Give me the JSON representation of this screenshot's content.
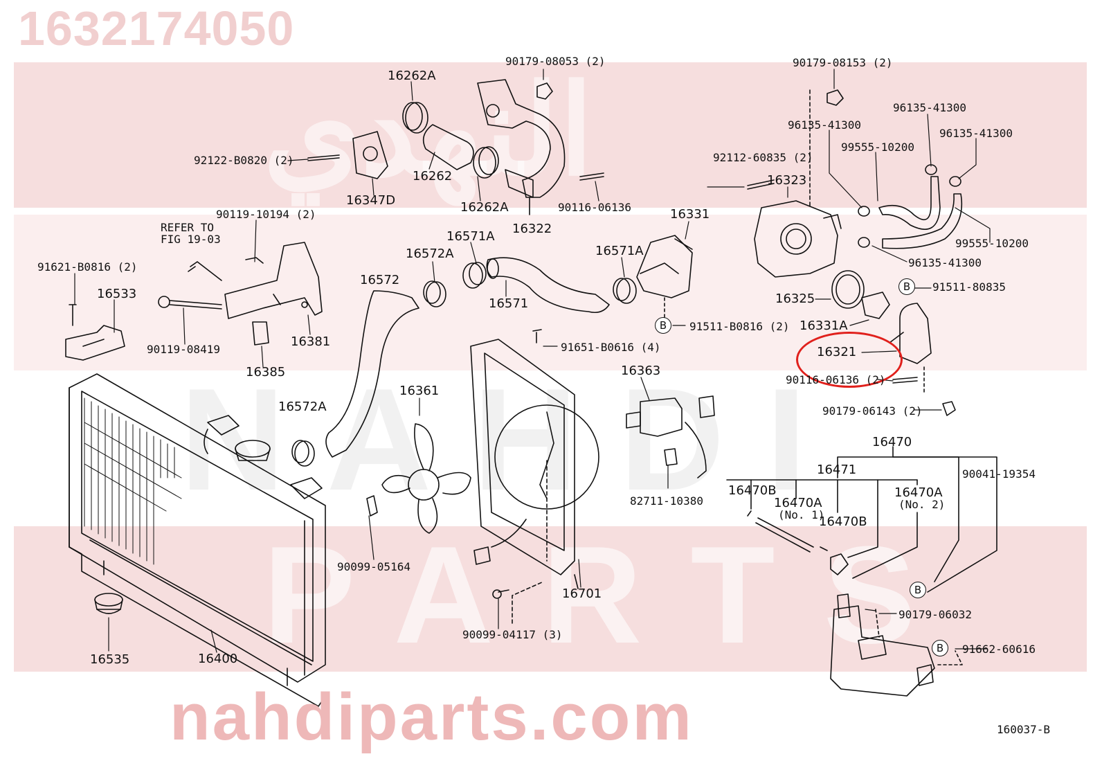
{
  "watermark": {
    "part_number_header": "1632174050",
    "arabic_text": "النهدي",
    "brand_big": "NAHDI",
    "brand_parts": "PARTS",
    "site": "nahdiparts.com",
    "color_band": "#f6dede",
    "color_site": "#eeb8b8"
  },
  "diagram_code": "160037-B",
  "highlight": {
    "part": "16321",
    "color": "#e0201c"
  },
  "labels": {
    "p16262A_top": "16262A",
    "p90179_08053": "90179-08053 (2)",
    "p90179_08153": "90179-08153 (2)",
    "p96135_41300_a": "96135-41300",
    "p96135_41300_b": "96135-41300",
    "p96135_41300_c": "96135-41300",
    "p96135_41300_d": "96135-41300",
    "p99555_10200_a": "99555-10200",
    "p99555_10200_b": "99555-10200",
    "p92122_B0820": "92122-B0820 (2)",
    "p92112_60835": "92112-60835 (2)",
    "p16262": "16262",
    "p16347D": "16347D",
    "p16262A_bot": "16262A",
    "p90116_06136": "90116-06136",
    "p16322": "16322",
    "p16323": "16323",
    "p90119_10194": "90119-10194 (2)",
    "refer_fig": "REFER TO\nFIG 19-03",
    "p16331": "16331",
    "p16571A_a": "16571A",
    "p16571A_b": "16571A",
    "p16572A_a": "16572A",
    "p16572A_b": "16572A",
    "p91621_B0816": "91621-B0816 (2)",
    "p16533": "16533",
    "p16572": "16572",
    "p16571": "16571",
    "p91511_80835": "91511-80835",
    "p16325": "16325",
    "p16381": "16381",
    "p91511_B0816": "91511-B0816 (2)",
    "p16331A": "16331A",
    "p90119_08419": "90119-08419",
    "p91651_B0616": "91651-B0616 (4)",
    "p16321": "16321",
    "p16385": "16385",
    "p16363": "16363",
    "p90116_06136_2": "90116-06136 (2)",
    "p16361": "16361",
    "p90179_06143": "90179-06143 (2)",
    "p16470": "16470",
    "p16471": "16471",
    "p90041_19354": "90041-19354",
    "p82711_10380": "82711-10380",
    "p16470B_a": "16470B",
    "p16470A_no1": "16470A",
    "no1": "(No. 1)",
    "p16470A_no2": "16470A",
    "no2": "(No. 2)",
    "p16470B_b": "16470B",
    "p90099_05164": "90099-05164",
    "p16701": "16701",
    "p90179_06032": "90179-06032",
    "p90099_04117": "90099-04117 (3)",
    "p91662_60616": "91662-60616",
    "p16535": "16535",
    "p16400": "16400",
    "b_mark": "B"
  }
}
